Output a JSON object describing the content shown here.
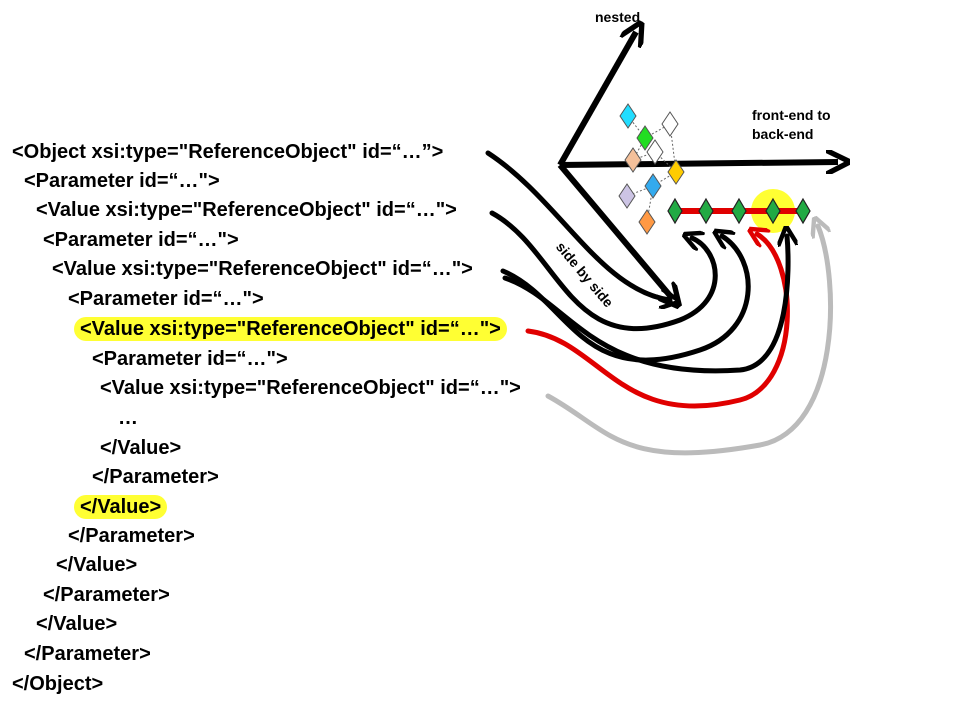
{
  "labels": {
    "nested": "nested",
    "front_end": "front-end to",
    "back_end": "back-end",
    "side_by_side": "side by side"
  },
  "code_lines": [
    "<Object xsi:type=\"ReferenceObject\" id=“…”>",
    "<Parameter id=“…\">",
    "<Value xsi:type=\"ReferenceObject\" id=“…\">",
    "<Parameter id=“…\">",
    "<Value xsi:type=\"ReferenceObject\" id=“…\">",
    "<Parameter id=“…\">",
    "<Value xsi:type=\"ReferenceObject\" id=“…\">",
    "<Parameter id=“…\">",
    "<Value xsi:type=\"ReferenceObject\" id=“…\">",
    "…",
    "</Value>",
    "</Parameter>",
    "</Value>",
    "</Parameter>",
    "</Value>",
    "</Parameter>",
    "</Value>",
    "</Parameter>",
    "</Object>"
  ],
  "colors": {
    "highlight": "#ffff33",
    "red_chain": "#e00000",
    "gray_arrow": "#bbbbbb",
    "diamond_green": "#22aa44",
    "node_cyan": "#22ddff",
    "node_green": "#22dd22",
    "node_salmon": "#f4c09a",
    "node_blue": "#33aaee",
    "node_lavender": "#ccc4e4",
    "node_orange": "#ff9944",
    "node_yellow": "#ffcc00"
  }
}
